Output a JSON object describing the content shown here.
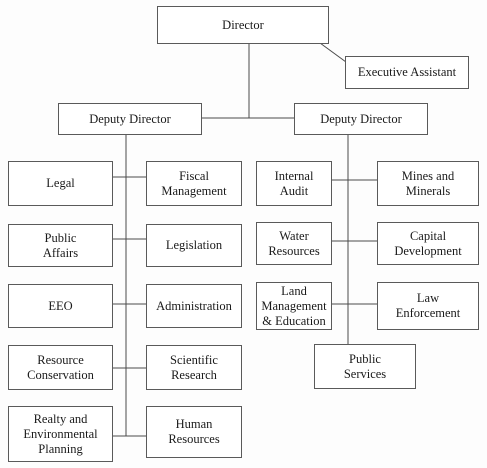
{
  "chart": {
    "director": "Director",
    "executive_assistant": "Executive Assistant",
    "deputy_left": "Deputy Director",
    "deputy_right": "Deputy Director"
  },
  "left_branch": {
    "legal": "Legal",
    "fiscal_management": "Fiscal\nManagement",
    "public_affairs": "Public\nAffairs",
    "legislation": "Legislation",
    "eeo": "EEO",
    "administration": "Administration",
    "resource_conservation": "Resource\nConservation",
    "scientific_research": "Scientific\nResearch",
    "realty_env_planning": "Realty and\nEnvironmental\nPlanning",
    "human_resources": "Human\nResources"
  },
  "right_branch": {
    "internal_audit": "Internal\nAudit",
    "mines_minerals": "Mines and\nMinerals",
    "water_resources": "Water\nResources",
    "capital_development": "Capital\nDevelopment",
    "land_management_education": "Land\nManagement\n& Education",
    "law_enforcement": "Law\nEnforcement",
    "public_services": "Public\nServices"
  },
  "colors": {
    "line": "#4a4a4a",
    "box_border": "#5a5a5a",
    "text": "#1a1a1a"
  }
}
